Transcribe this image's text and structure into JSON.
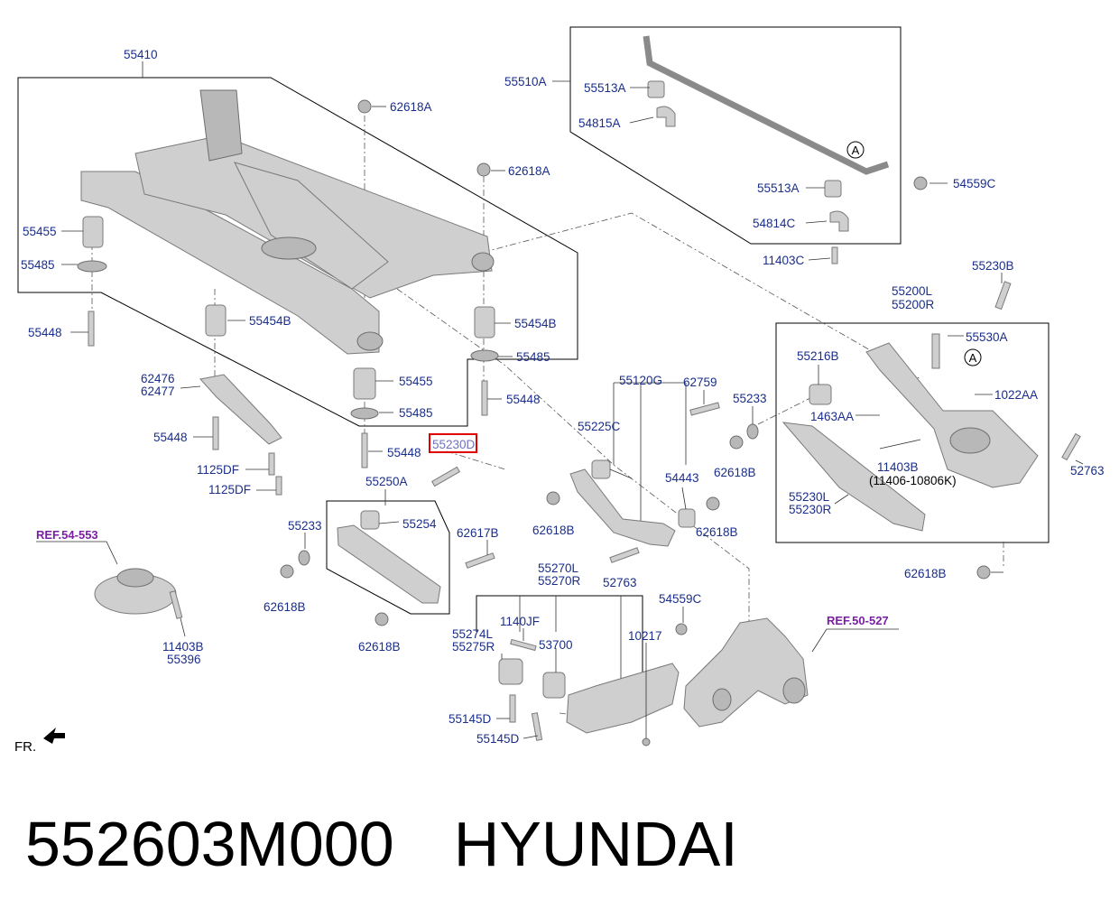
{
  "diagram": {
    "labels": [
      {
        "id": "l01",
        "text": "55410"
      },
      {
        "id": "l02",
        "text": "62618A"
      },
      {
        "id": "l03",
        "text": "62618A"
      },
      {
        "id": "l04",
        "text": "55455"
      },
      {
        "id": "l05",
        "text": "55485"
      },
      {
        "id": "l06",
        "text": "55448"
      },
      {
        "id": "l07",
        "text": "55454B"
      },
      {
        "id": "l08",
        "text": "55454B"
      },
      {
        "id": "l09",
        "text": "55485"
      },
      {
        "id": "l10",
        "text": "55455"
      },
      {
        "id": "l11",
        "text": "55485"
      },
      {
        "id": "l12",
        "text": "55448"
      },
      {
        "id": "l13",
        "text": "62476"
      },
      {
        "id": "l14",
        "text": "62477"
      },
      {
        "id": "l15",
        "text": "55448"
      },
      {
        "id": "l16",
        "text": "55448"
      },
      {
        "id": "l17",
        "text": "1125DF"
      },
      {
        "id": "l18",
        "text": "1125DF"
      },
      {
        "id": "l19",
        "text": "55510A"
      },
      {
        "id": "l20",
        "text": "55513A"
      },
      {
        "id": "l21",
        "text": "54815A"
      },
      {
        "id": "l22",
        "text": "55513A"
      },
      {
        "id": "l23",
        "text": "54814C"
      },
      {
        "id": "l24",
        "text": "54559C"
      },
      {
        "id": "l25",
        "text": "11403C"
      },
      {
        "id": "l26",
        "text": "55230B"
      },
      {
        "id": "l27",
        "text": "55200L"
      },
      {
        "id": "l28",
        "text": "55200R"
      },
      {
        "id": "l29",
        "text": "55530A"
      },
      {
        "id": "l30",
        "text": "55216B"
      },
      {
        "id": "l31",
        "text": "1022AA"
      },
      {
        "id": "l32",
        "text": "1463AA"
      },
      {
        "id": "l33",
        "text": "55233"
      },
      {
        "id": "l34",
        "text": "62618B"
      },
      {
        "id": "l35",
        "text": "11403B"
      },
      {
        "id": "l36",
        "text": "(11406-10806K)"
      },
      {
        "id": "l37",
        "text": "52763"
      },
      {
        "id": "l38",
        "text": "55230L"
      },
      {
        "id": "l39",
        "text": "55230R"
      },
      {
        "id": "l40",
        "text": "62618B"
      },
      {
        "id": "l41",
        "text": "55120G"
      },
      {
        "id": "l42",
        "text": "62759"
      },
      {
        "id": "l43",
        "text": "55225C"
      },
      {
        "id": "l44",
        "text": "54443"
      },
      {
        "id": "l45",
        "text": "62618B"
      },
      {
        "id": "l46",
        "text": "62618B"
      },
      {
        "id": "l47",
        "text": "52763"
      },
      {
        "id": "l48",
        "text": "55250A"
      },
      {
        "id": "l49",
        "text": "55233"
      },
      {
        "id": "l50",
        "text": "55254"
      },
      {
        "id": "l51",
        "text": "62617B"
      },
      {
        "id": "l52",
        "text": "62618B"
      },
      {
        "id": "l53",
        "text": "62618B"
      },
      {
        "id": "l54",
        "text": "55270L"
      },
      {
        "id": "l55",
        "text": "55270R"
      },
      {
        "id": "l56",
        "text": "1140JF"
      },
      {
        "id": "l57",
        "text": "55274L"
      },
      {
        "id": "l58",
        "text": "55275R"
      },
      {
        "id": "l59",
        "text": "53700"
      },
      {
        "id": "l60",
        "text": "10217"
      },
      {
        "id": "l61",
        "text": "54559C"
      },
      {
        "id": "l62",
        "text": "55145D"
      },
      {
        "id": "l63",
        "text": "55145D"
      },
      {
        "id": "l64",
        "text": "11403B"
      },
      {
        "id": "l65",
        "text": "55396"
      }
    ],
    "highlighted_label": "55230D",
    "ref_labels": [
      {
        "id": "r1",
        "text": "REF.54-553"
      },
      {
        "id": "r2",
        "text": "REF.50-527"
      }
    ],
    "markers": [
      "A",
      "A"
    ],
    "direction_label": "FR."
  },
  "footer": {
    "part_number": "552603M000",
    "brand": "HYUNDAI"
  },
  "colors": {
    "label": "#1a2e8a",
    "ref": "#7a1fa2",
    "highlight": "#e00000",
    "part_fill": "#cfcfcf"
  }
}
